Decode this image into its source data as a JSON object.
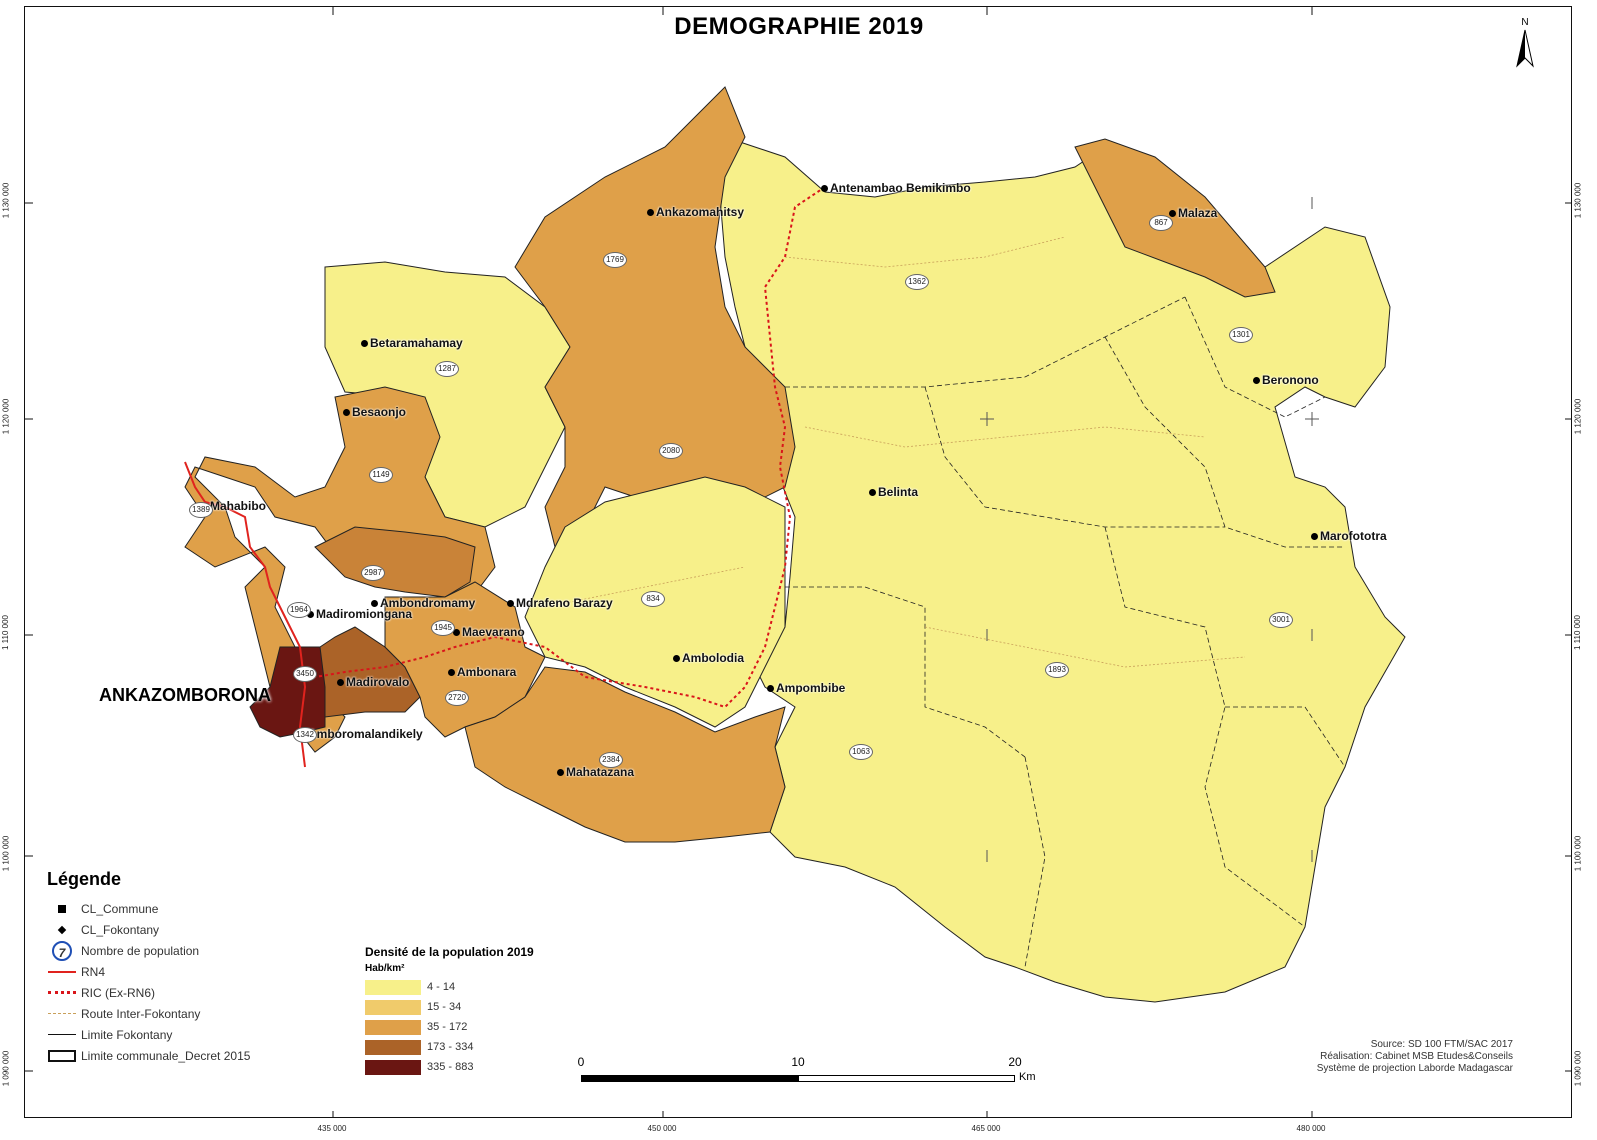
{
  "title": "DEMOGRAPHIE 2019",
  "north_label": "N",
  "axis_x_ticks": [
    "435 000",
    "450 000",
    "465 000",
    "480 000"
  ],
  "axis_y_ticks": [
    "1 130 000",
    "1 120 000",
    "1 110 000",
    "1 100 000",
    "1 090 000"
  ],
  "commune_label": "ANKAZOMBORONA",
  "fokontany": [
    "Antenambao Bemikimbo",
    "Ankazomahitsy",
    "Malaza",
    "Betaramahamay",
    "Besaonjo",
    "Beronono",
    "Belinta",
    "Mahabibo",
    "Marofototra",
    "Ambondromamy",
    "Madiromiongana",
    "Maevarano",
    "Mdrafeno Barazy",
    "Ambolodia",
    "Ambonara",
    "Madirovalo",
    "Ampombibe",
    "Amboromalandikely",
    "Mahatazana"
  ],
  "population_values": [
    "1769",
    "1362",
    "867",
    "1287",
    "1301",
    "2080",
    "1149",
    "1389",
    "2987",
    "834",
    "1964",
    "1945",
    "3001",
    "1893",
    "3450",
    "2720",
    "1063",
    "2384",
    "1342"
  ],
  "legend": {
    "title": "Légende",
    "items": [
      "CL_Commune",
      "CL_Fokontany",
      "Nombre de population",
      "RN4",
      "RIC (Ex-RN6)",
      "Route Inter-Fokontany",
      "Limite Fokontany",
      "Limite communale_Decret 2015"
    ],
    "pop_icon_label": "7"
  },
  "density": {
    "title": "Densité de la population 2019",
    "unit": "Hab/km²",
    "classes": [
      {
        "label": "4 - 14",
        "color": "#f7f08a"
      },
      {
        "label": "15 - 34",
        "color": "#f0cb6b"
      },
      {
        "label": "35 - 172",
        "color": "#dfa049"
      },
      {
        "label": "173 - 334",
        "color": "#ab6328"
      },
      {
        "label": "335 - 883",
        "color": "#6a1612"
      }
    ]
  },
  "scale": {
    "labels": [
      "0",
      "10",
      "20"
    ],
    "unit": "Km"
  },
  "source": [
    "Source: SD 100 FTM/SAC 2017",
    "Réalisation: Cabinet MSB Etudes&Conseils",
    "Système de projection Laborde Madagascar"
  ],
  "colors": {
    "rn4": "#e0231e",
    "ric": "#d9151a",
    "route": "#c9a05a",
    "limit": "#1a1a1a"
  }
}
